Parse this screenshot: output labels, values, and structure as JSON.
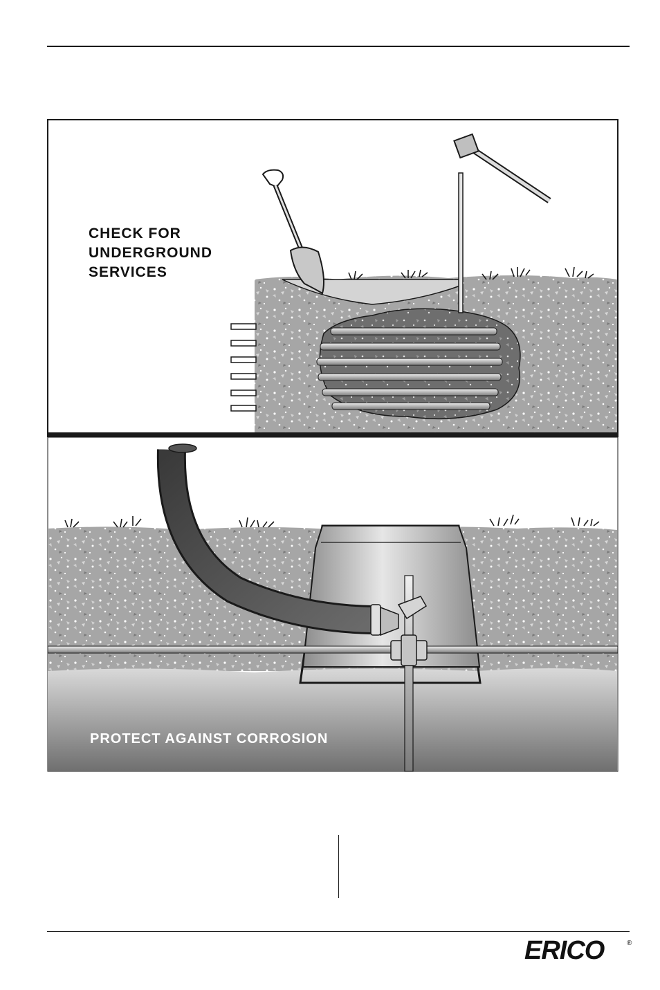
{
  "panels": {
    "top": {
      "caption_lines": [
        "CHECK FOR",
        "UNDERGROUND",
        "SERVICES"
      ]
    },
    "bottom": {
      "caption": "PROTECT AGAINST CORROSION"
    }
  },
  "logo": {
    "text": "ERICO",
    "mark": "®"
  },
  "colors": {
    "ink": "#1a1a1a",
    "soil": "#a9a9a9",
    "clay": "#8f8f8f",
    "metal": "#cfcfcf"
  }
}
